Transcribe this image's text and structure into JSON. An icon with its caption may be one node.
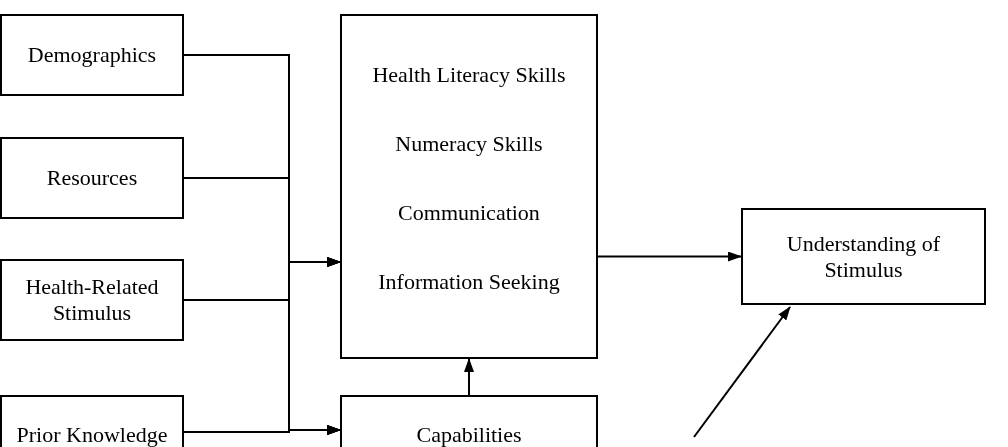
{
  "diagram": {
    "nodes": [
      {
        "text": [
          "Demographics"
        ]
      },
      {
        "text": [
          "Resources"
        ]
      },
      {
        "text": [
          "Health-Related Stimulus"
        ]
      },
      {
        "text": [
          "Prior Knowledge"
        ]
      },
      {
        "text": [
          "Health Literacy Skills",
          "Numeracy Skills",
          "Communication",
          "Information Seeking"
        ]
      },
      {
        "text": [
          "Capabilities"
        ]
      },
      {
        "text": [
          "Understanding of Stimulus"
        ]
      }
    ],
    "edges": [
      {
        "from": 0,
        "to": 4,
        "arrow": "to"
      },
      {
        "from": 1,
        "to": 4,
        "arrow": "to"
      },
      {
        "from": 2,
        "to": 4,
        "arrow": "to"
      },
      {
        "from": 3,
        "to": 4,
        "arrow": "to"
      },
      {
        "from": 0,
        "to": 5,
        "arrow": "to"
      },
      {
        "from": 1,
        "to": 5,
        "arrow": "to"
      },
      {
        "from": 2,
        "to": 5,
        "arrow": "to"
      },
      {
        "from": 3,
        "to": 5,
        "arrow": "to"
      },
      {
        "from": 5,
        "to": 4,
        "arrow": "to"
      },
      {
        "from": 4,
        "to": 6,
        "arrow": "to"
      },
      {
        "from": null,
        "to": 6,
        "arrow": "to"
      }
    ]
  }
}
